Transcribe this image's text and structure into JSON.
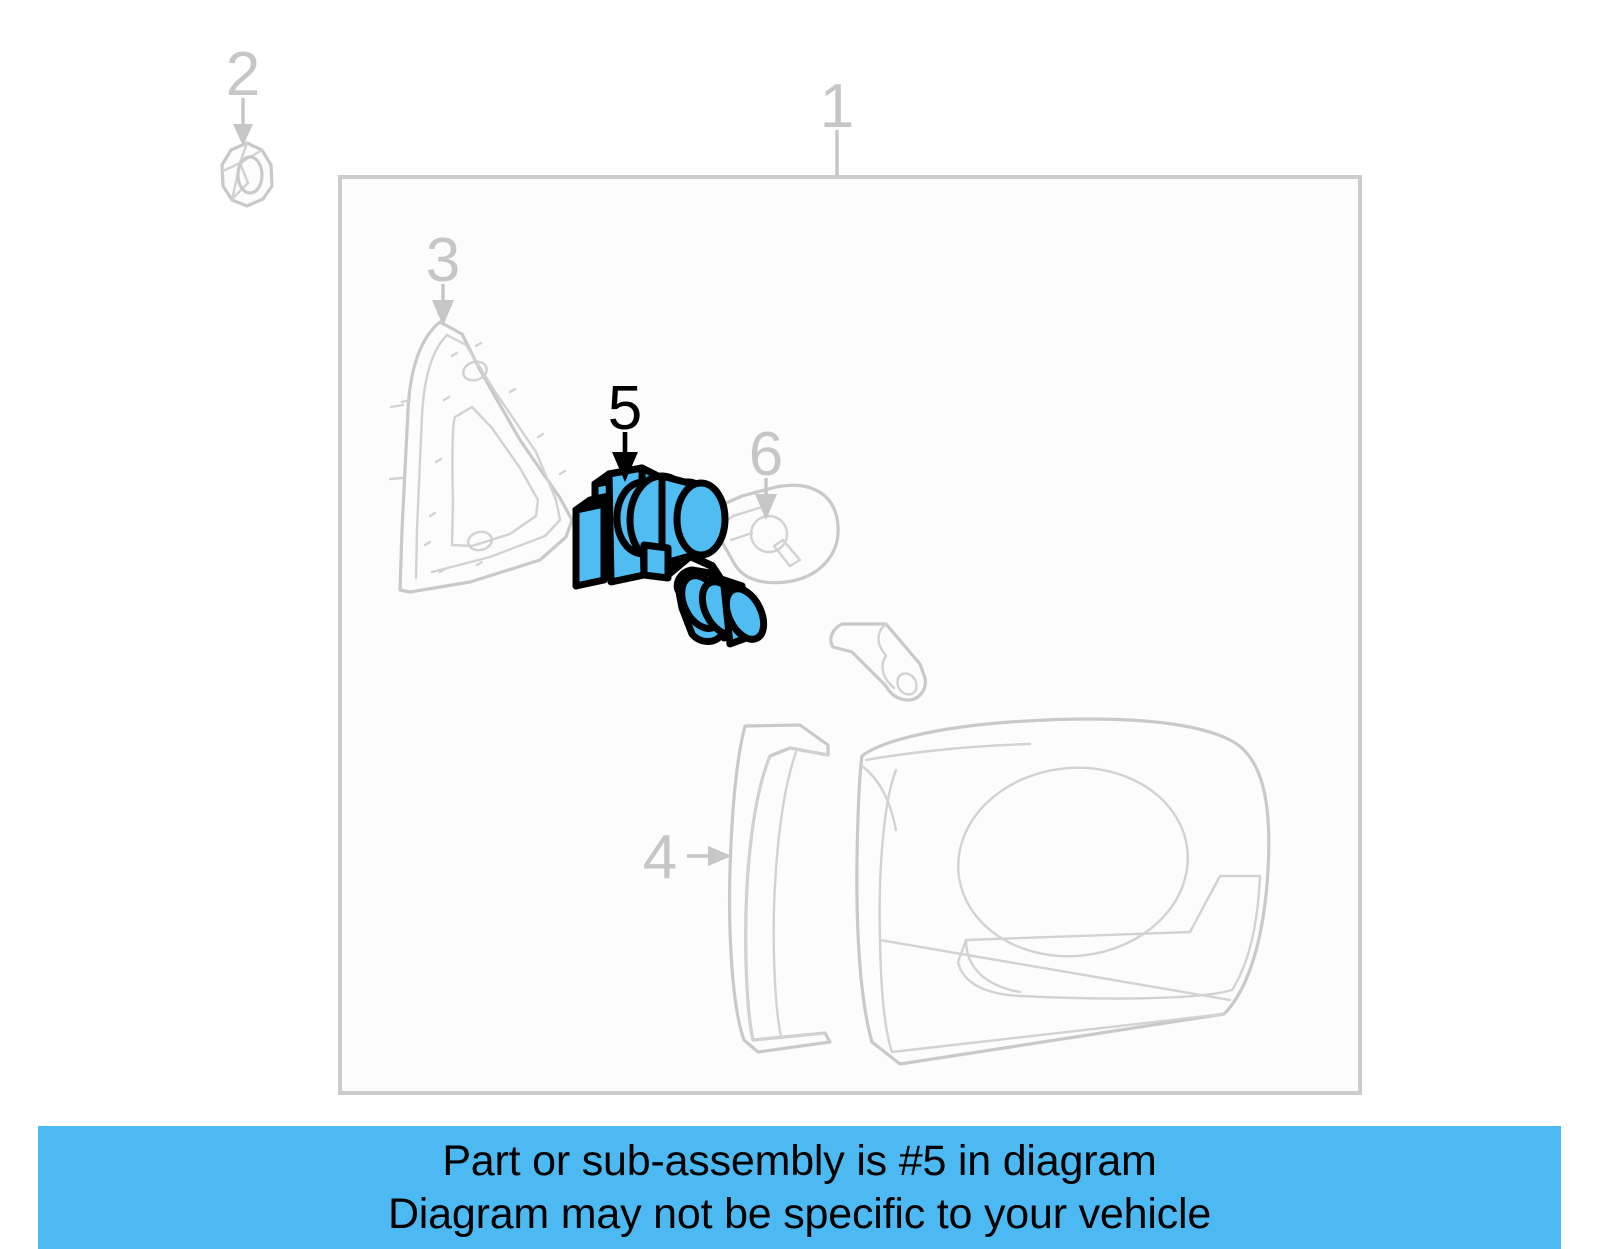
{
  "document": {
    "type": "automotive-parts-exploded-diagram",
    "subject": "Tail lamp assembly with bulb socket"
  },
  "notice": {
    "line1": "Part or sub-assembly is #5 in diagram",
    "line2": "Diagram may not be specific to your vehicle",
    "background_color": "#4DB9F2",
    "text_color": "#000000"
  },
  "frame": {
    "label": "1",
    "note": "outer assembly boundary box"
  },
  "callouts": [
    {
      "number": "1",
      "part": "tail-lamp-assembly-frame",
      "highlighted": false,
      "pointer": "vertical-line-no-arrow",
      "color": "#C6C6C6"
    },
    {
      "number": "2",
      "part": "retaining-nut-grommet",
      "highlighted": false,
      "pointer": "arrow-down",
      "color": "#C6C6C6"
    },
    {
      "number": "3",
      "part": "lamp-gasket-seal",
      "highlighted": false,
      "pointer": "arrow-down",
      "color": "#C6C6C6"
    },
    {
      "number": "4",
      "part": "lamp-housing-trim-panel",
      "highlighted": false,
      "pointer": "arrow-right",
      "color": "#C6C6C6"
    },
    {
      "number": "5",
      "part": "bulb-socket-and-wire-harness",
      "highlighted": true,
      "pointer": "arrow-down",
      "color": "#000000"
    },
    {
      "number": "6",
      "part": "wedge-base-bulb",
      "highlighted": false,
      "pointer": "arrow-down",
      "color": "#C6C6C6"
    }
  ],
  "colors": {
    "highlight_blue": "#4FBCF2",
    "highlight_blue_shade": "#3FAFE8",
    "ghost_gray": "#C9C9C9",
    "callout_gray": "#C6C6C6",
    "frame_stroke": "#CCCCCC",
    "frame_fill": "#FCFCFC",
    "outline_black": "#000000",
    "page_background": "#FFFFFF"
  }
}
